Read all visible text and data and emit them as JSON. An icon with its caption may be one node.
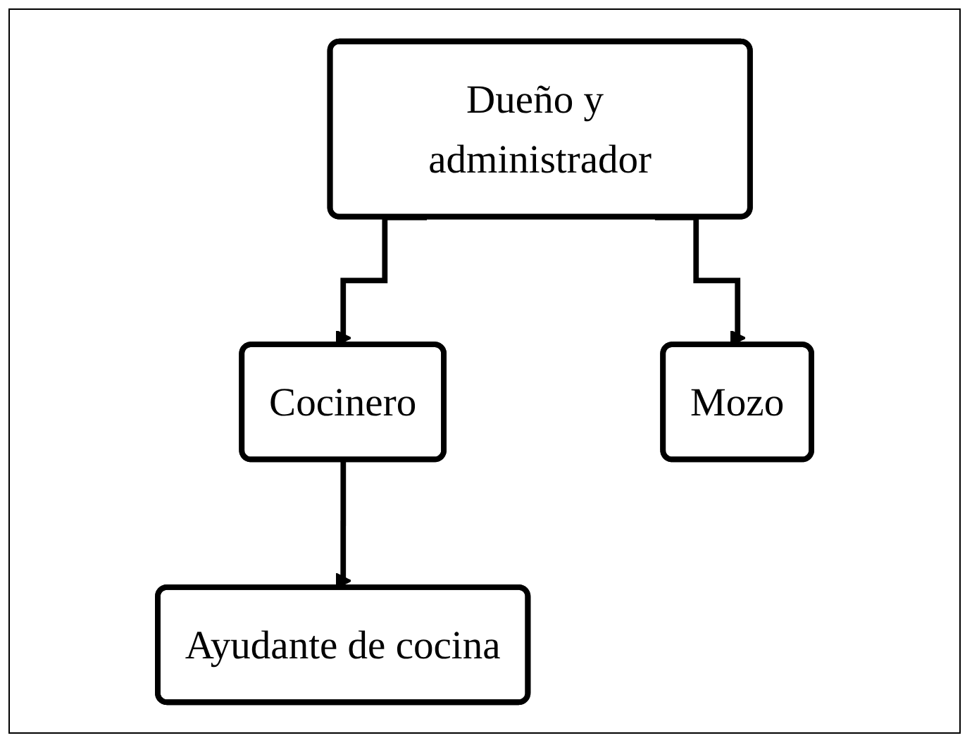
{
  "diagram": {
    "nodes": [
      {
        "text": [
          "Dueño y administrador"
        ]
      },
      {
        "text": [
          "Cocinero"
        ]
      },
      {
        "text": [
          "Mozo"
        ]
      },
      {
        "text": [
          "Ayudante de cocina"
        ]
      }
    ],
    "edges": [
      {
        "from": 0,
        "to": 1,
        "arrow": "to"
      },
      {
        "from": 0,
        "to": 2,
        "arrow": "to"
      },
      {
        "from": 1,
        "to": 3,
        "arrow": "to"
      }
    ]
  }
}
